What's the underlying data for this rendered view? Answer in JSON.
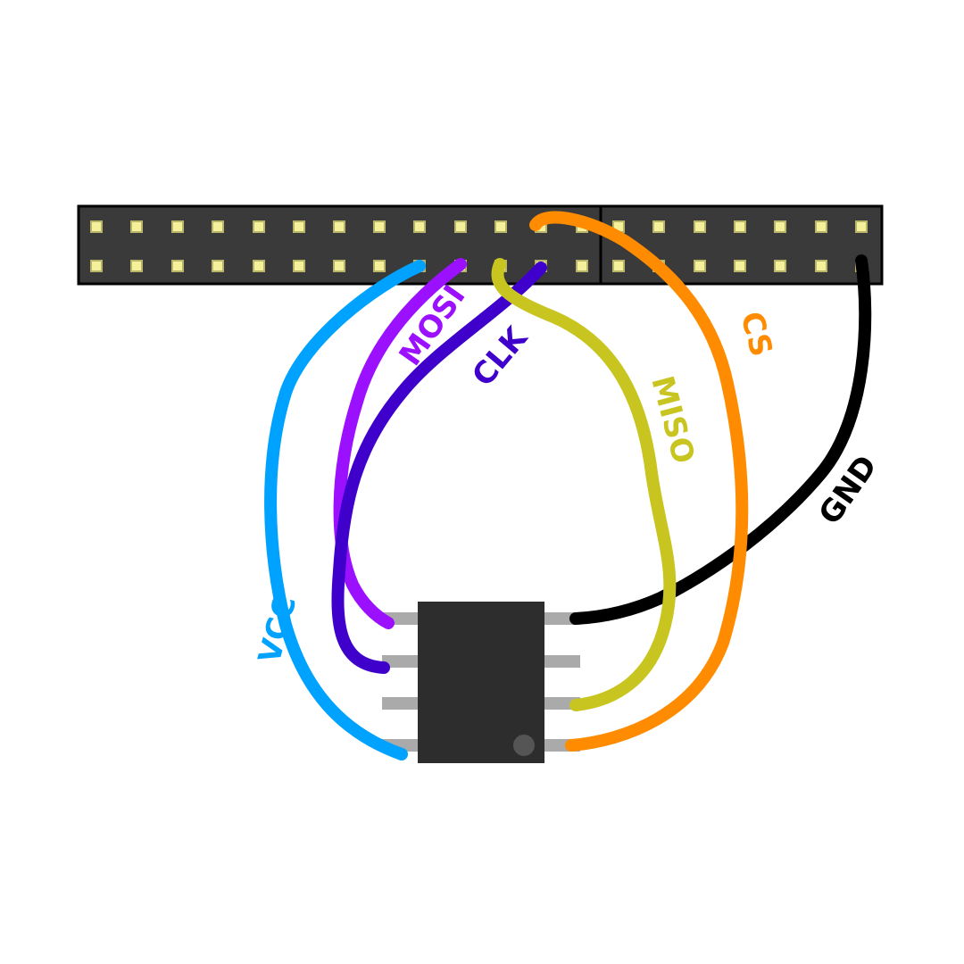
{
  "colors": {
    "header": "#3a3a3a",
    "pin": "#f5f19a",
    "chip": "#2d2d2d",
    "chip_pin": "#aaaaaa",
    "vcc": "#00a2ff",
    "mosi": "#9b10ff",
    "clk": "#4000cc",
    "miso": "#c8c520",
    "cs": "#ff8c00",
    "gnd": "#000000"
  },
  "labels": {
    "vcc": "VCC",
    "mosi": "MOSI",
    "clk": "CLK",
    "miso": "MISO",
    "cs": "CS",
    "gnd": "GND"
  }
}
